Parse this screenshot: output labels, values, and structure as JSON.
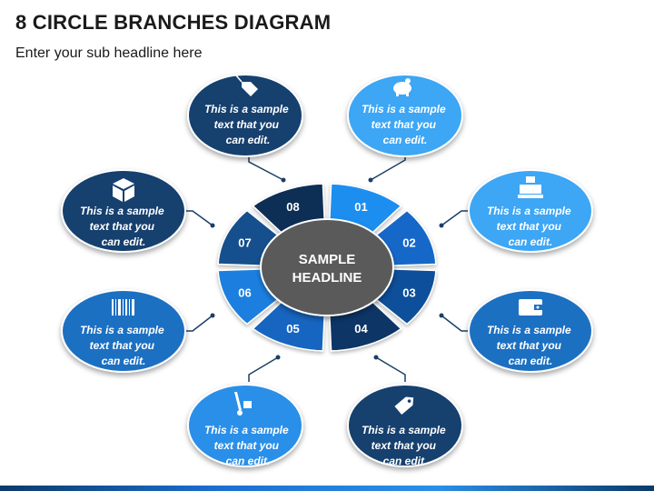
{
  "header": {
    "title": "8 CIRCLE BRANCHES DIAGRAM",
    "subtitle": "Enter your sub headline here"
  },
  "center": {
    "line1": "SAMPLE",
    "line2": "HEADLINE"
  },
  "segments": [
    {
      "label": "01",
      "color": "#1d8ef0"
    },
    {
      "label": "02",
      "color": "#1268c8"
    },
    {
      "label": "03",
      "color": "#0d4f9a"
    },
    {
      "label": "04",
      "color": "#0b3466"
    },
    {
      "label": "05",
      "color": "#1565c0"
    },
    {
      "label": "06",
      "color": "#1f7fe0"
    },
    {
      "label": "07",
      "color": "#164f8e"
    },
    {
      "label": "08",
      "color": "#0d2d55"
    }
  ],
  "nodes": [
    {
      "id": "08",
      "icon": "price-tag-icon",
      "lines": [
        "This is a sample",
        "text that you",
        "can edit."
      ],
      "color": "#14416e"
    },
    {
      "id": "01",
      "icon": "piggy-bank-icon",
      "lines": [
        "This is a sample",
        "text that you",
        "can edit."
      ],
      "color": "#3ea6f5"
    },
    {
      "id": "07",
      "icon": "box-icon",
      "lines": [
        "This is a sample",
        "text that you",
        "can edit."
      ],
      "color": "#14416e"
    },
    {
      "id": "02",
      "icon": "cash-register-icon",
      "lines": [
        "This is a sample",
        "text that you",
        "can edit."
      ],
      "color": "#3ea6f5"
    },
    {
      "id": "06",
      "icon": "barcode-icon",
      "lines": [
        "This is a sample",
        "text that you",
        "can edit."
      ],
      "color": "#1e6fc2"
    },
    {
      "id": "03",
      "icon": "wallet-icon",
      "lines": [
        "This is a sample",
        "text that you",
        "can edit."
      ],
      "color": "#1e6fc2"
    },
    {
      "id": "05",
      "icon": "hand-truck-icon",
      "lines": [
        "This is a sample",
        "text that you",
        "can edit."
      ],
      "color": "#2a8fe8"
    },
    {
      "id": "04",
      "icon": "tag-icon",
      "lines": [
        "This is a sample",
        "text that you",
        "can edit."
      ],
      "color": "#14416e"
    }
  ]
}
